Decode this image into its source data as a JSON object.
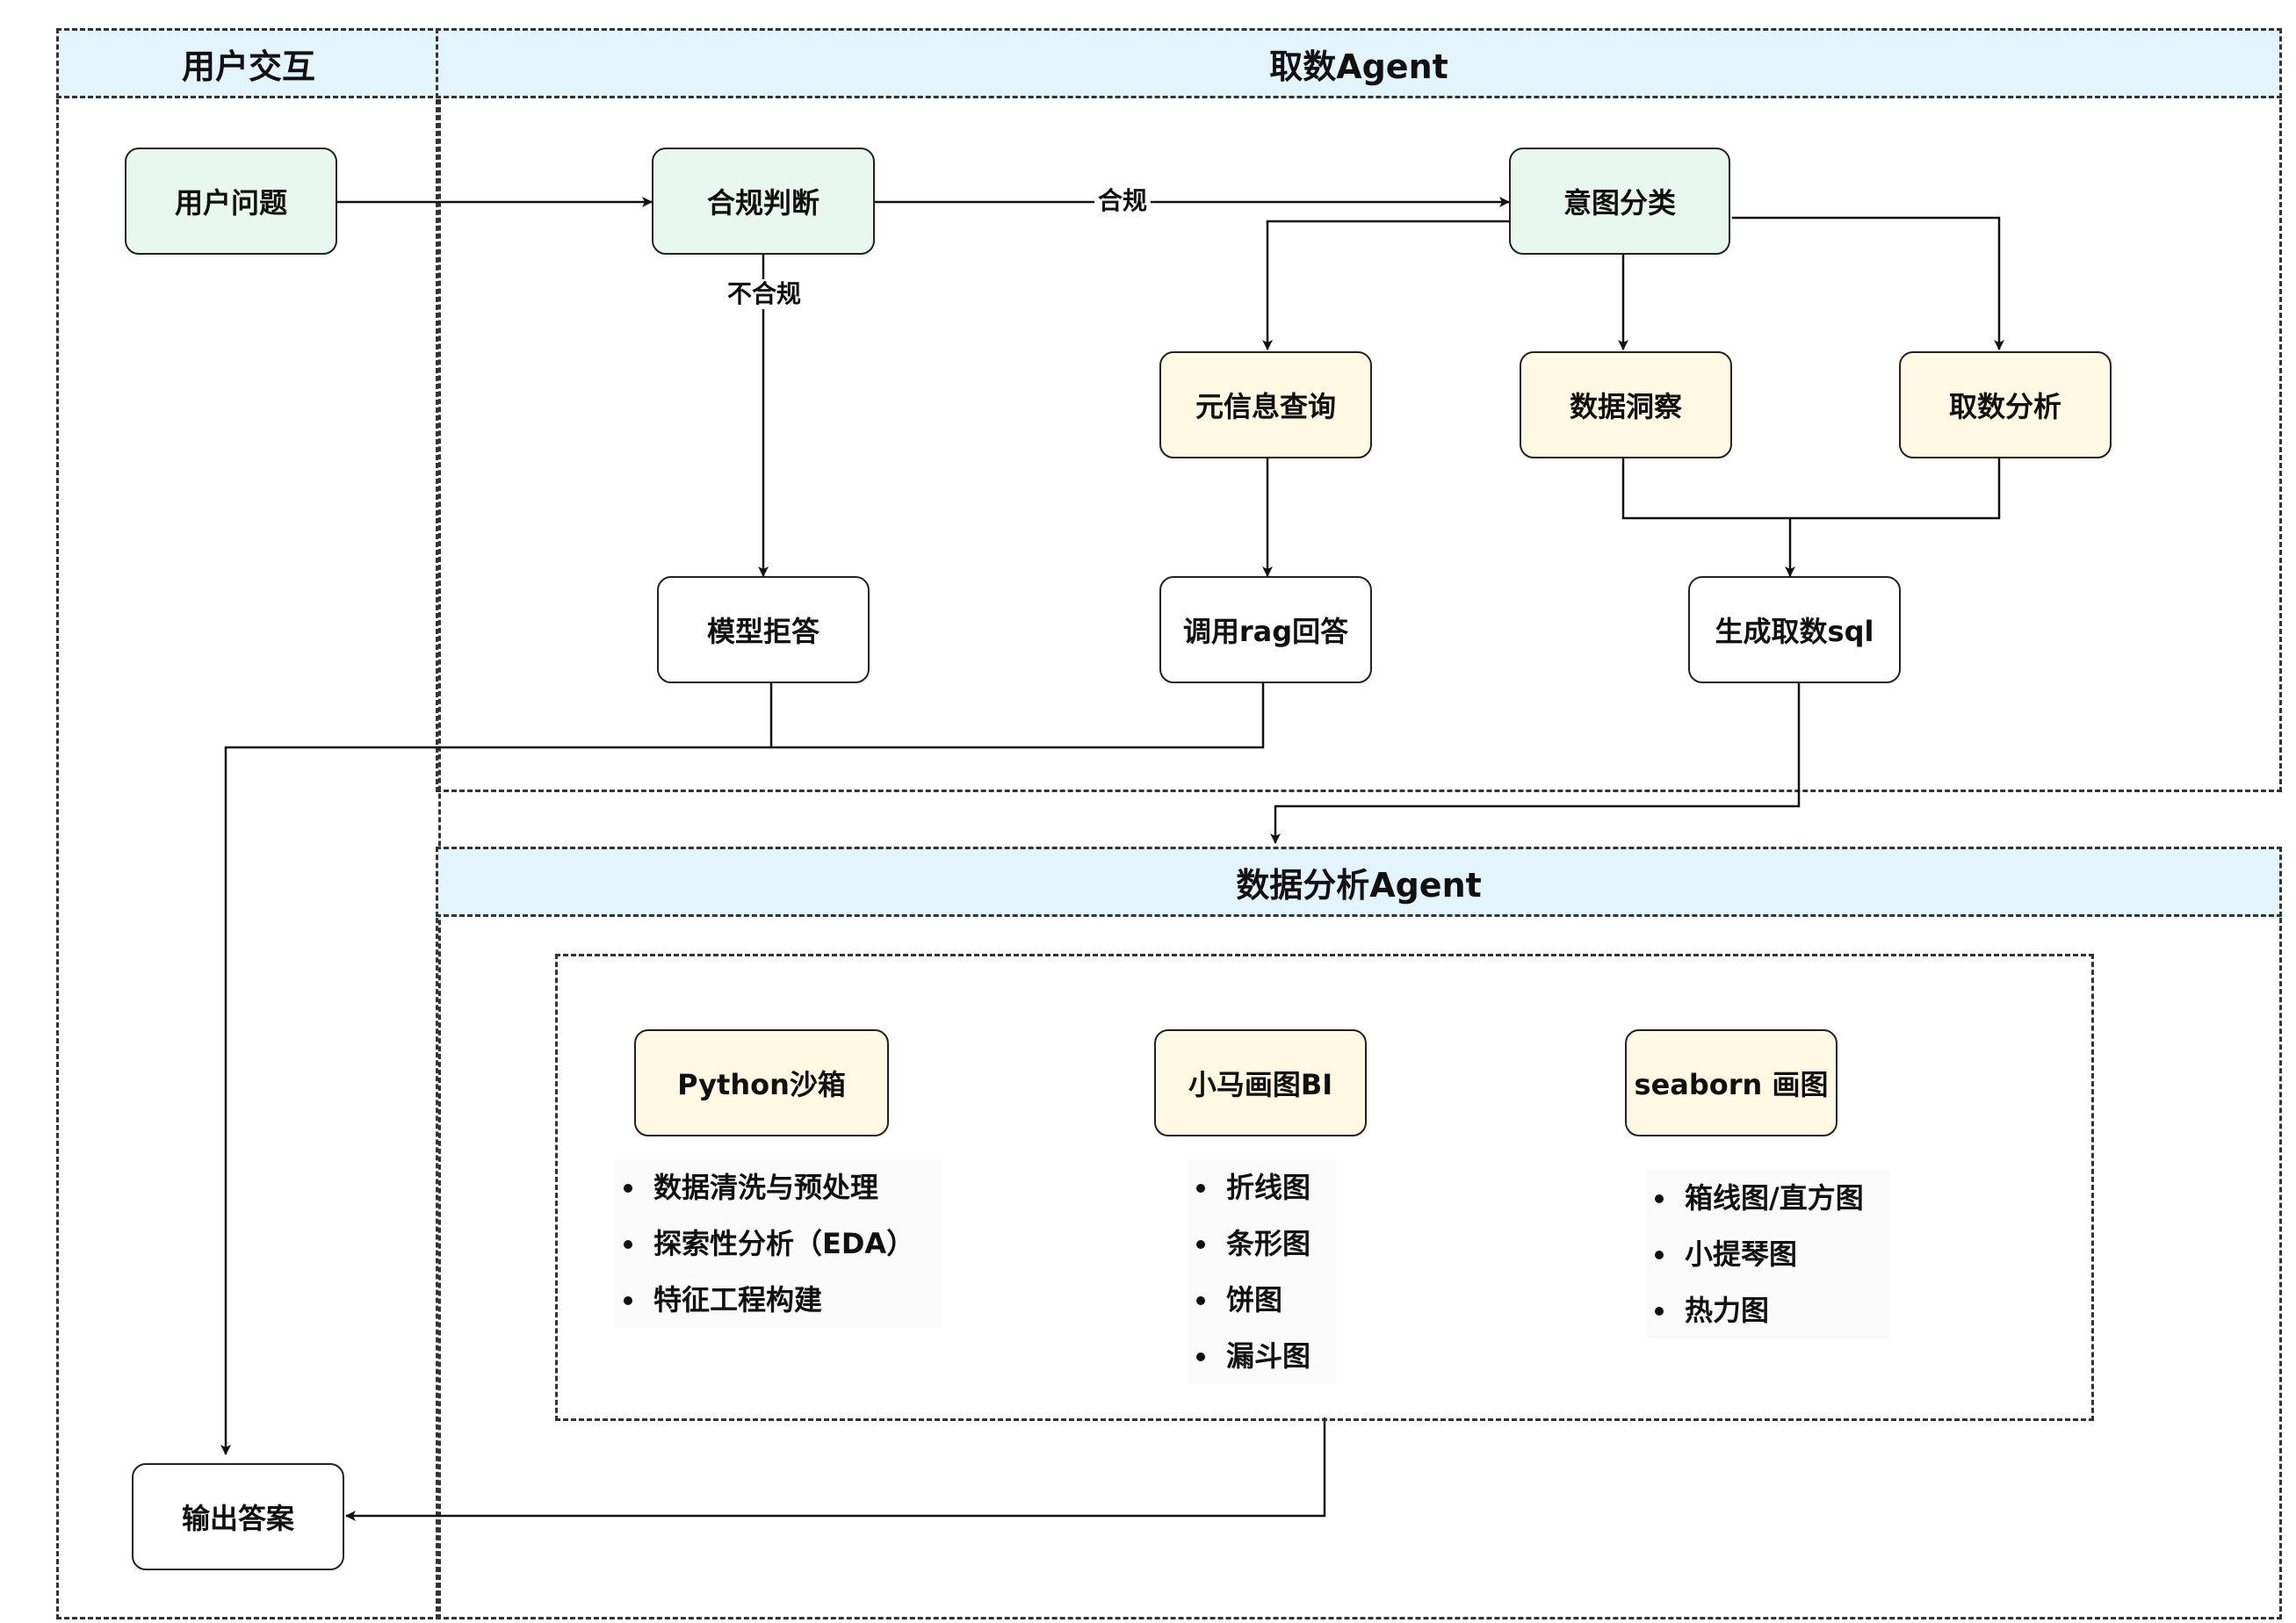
{
  "lanes": {
    "user": "用户交互",
    "fetch_agent": "取数Agent",
    "analysis_agent": "数据分析Agent"
  },
  "nodes": {
    "user_question": "用户问题",
    "compliance_check": "合规判断",
    "intent_classify": "意图分类",
    "meta_query": "元信息查询",
    "data_insight": "数据洞察",
    "fetch_analysis": "取数分析",
    "model_refuse": "模型拒答",
    "call_rag": "调用rag回答",
    "gen_sql": "生成取数sql",
    "output_answer": "输出答案"
  },
  "edge_labels": {
    "compliant": "合规",
    "non_compliant": "不合规"
  },
  "tools": [
    {
      "title": "Python沙箱",
      "items": [
        "数据清洗与预处理",
        "探索性分析（EDA）",
        "特征工程构建"
      ]
    },
    {
      "title": "小马画图BI",
      "items": [
        "折线图",
        "条形图",
        "饼图",
        "漏斗图"
      ]
    },
    {
      "title": "seaborn 画图",
      "items": [
        "箱线图/直方图",
        "小提琴图",
        "热力图"
      ]
    }
  ],
  "colors": {
    "lane_header": "#e3f4fc",
    "node_green": "#e8f8ef",
    "node_yellow": "#fff8e2",
    "line": "#111111"
  }
}
